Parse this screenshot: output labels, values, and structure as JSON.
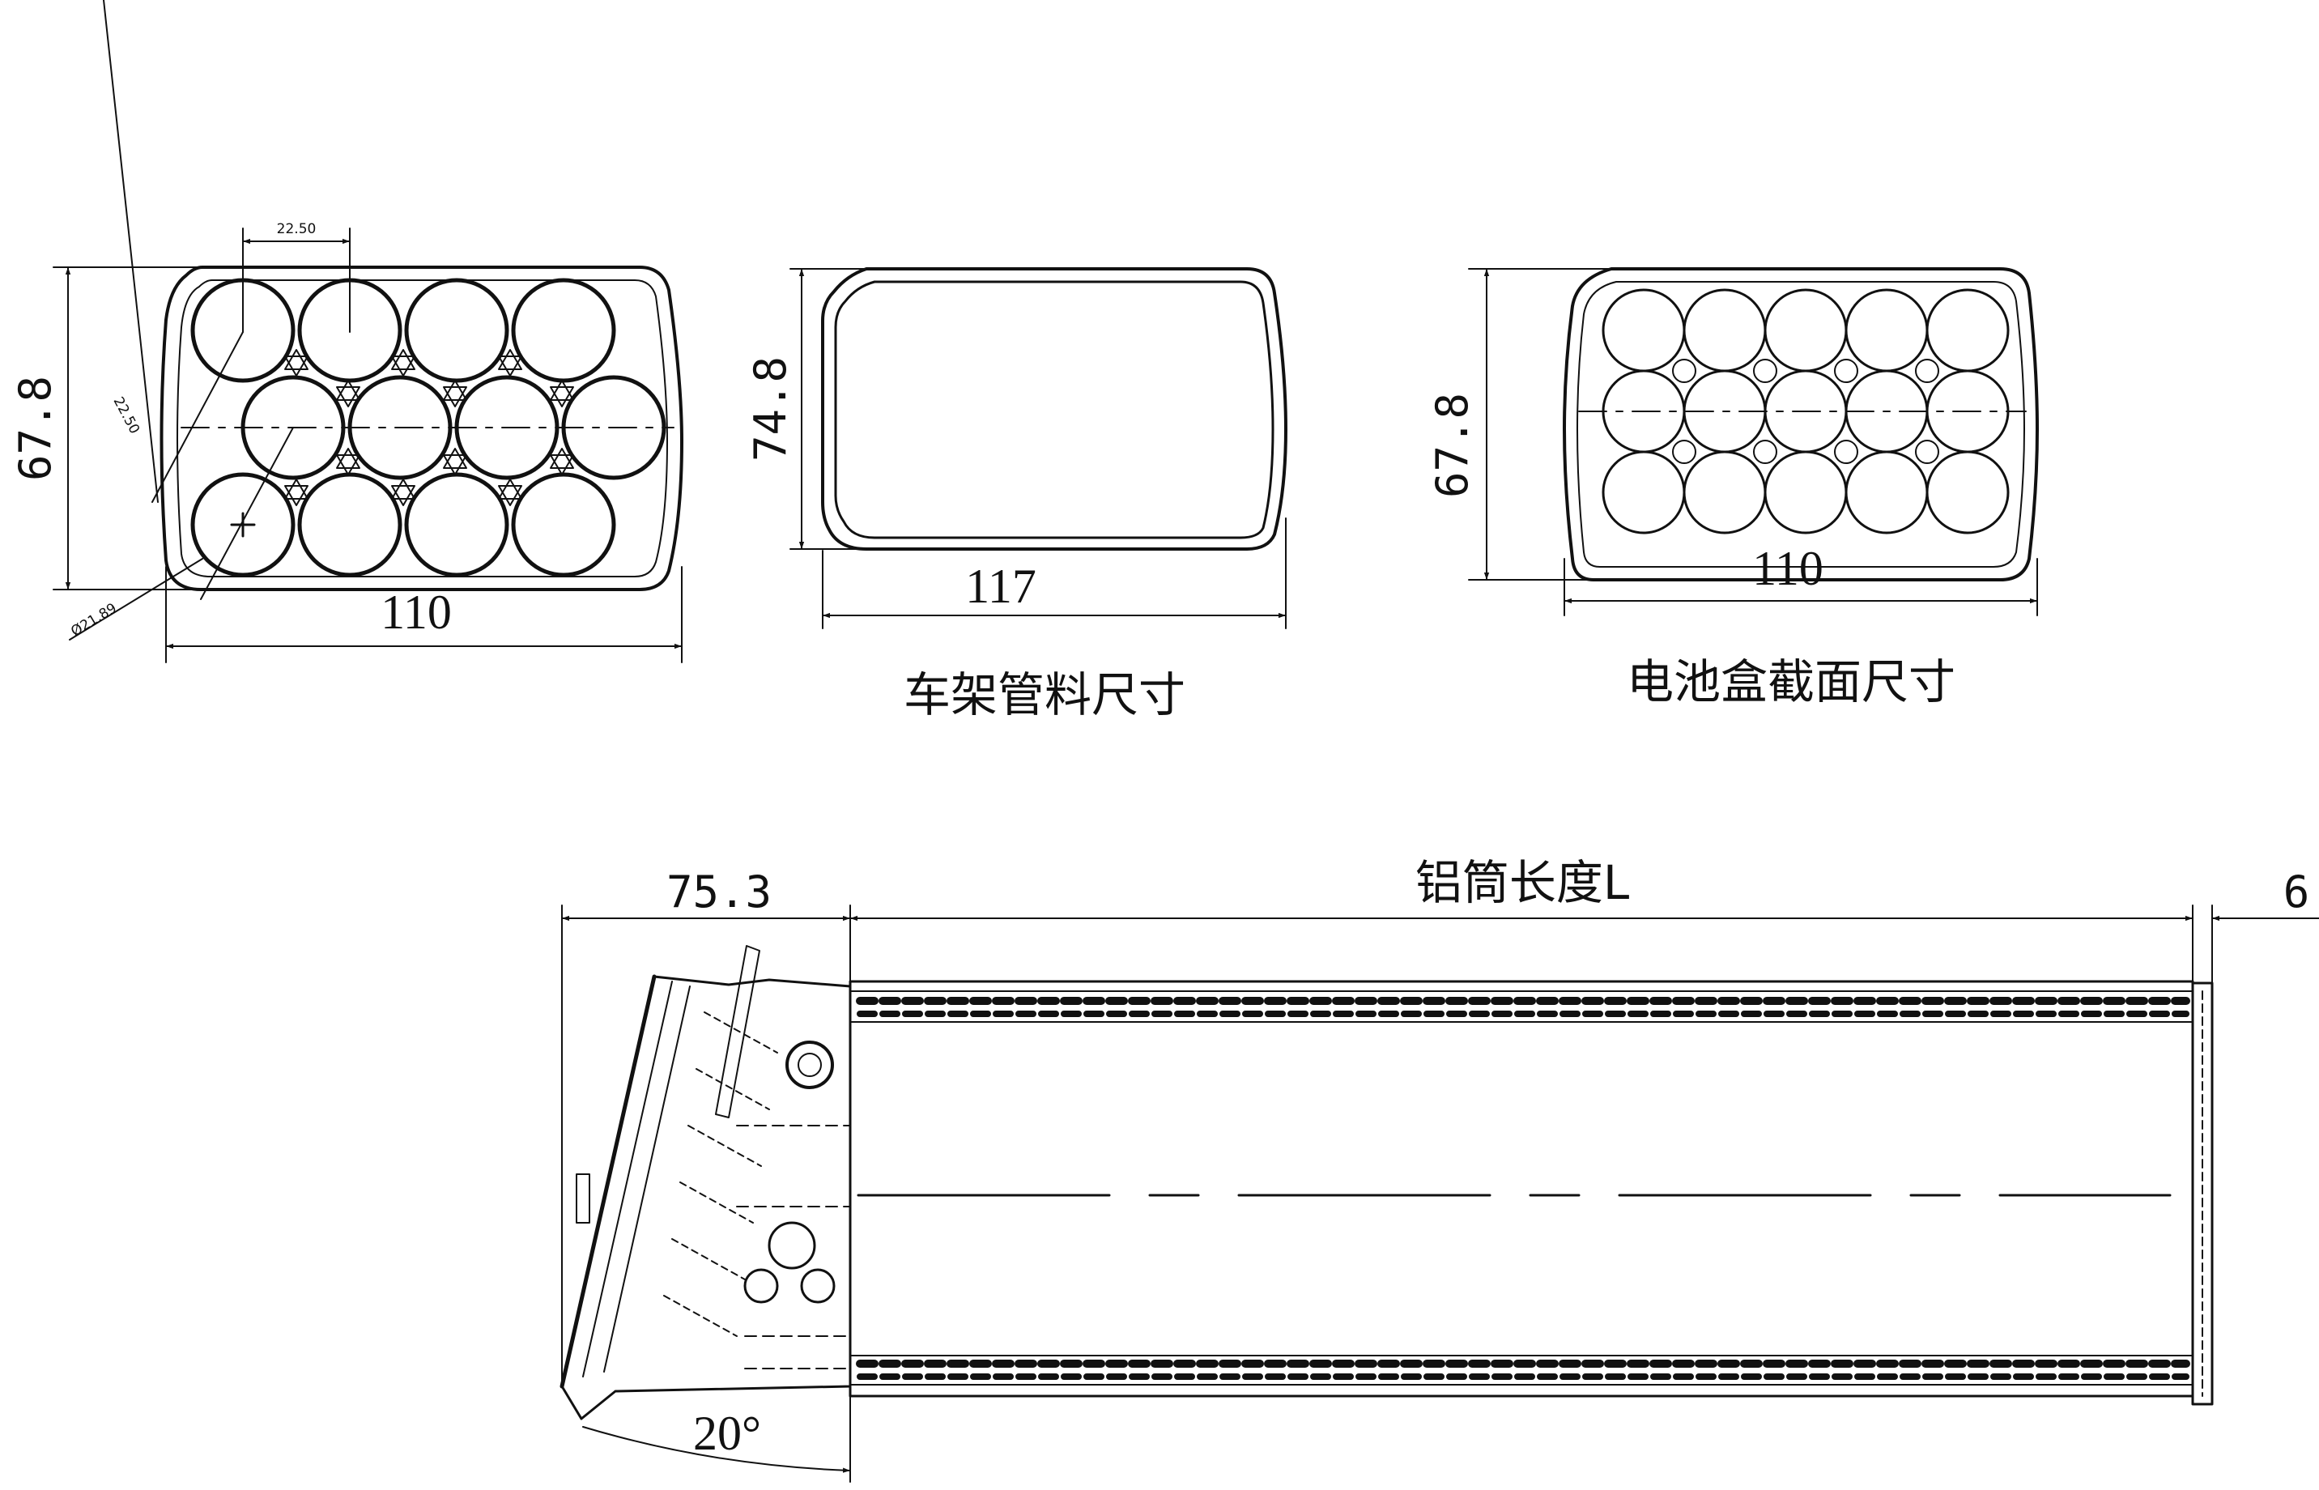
{
  "left_section": {
    "dim_pitch_top": "22.50",
    "dim_pitch_diag": "22.50",
    "dim_cell_dia": "Ø21.89",
    "dim_height": "67.8",
    "dim_width": "110"
  },
  "middle_section": {
    "dim_height": "74.8",
    "dim_width": "117",
    "caption": "车架管料尺寸"
  },
  "right_section": {
    "dim_height": "67.8",
    "dim_width": "110",
    "caption": "电池盒截面尺寸"
  },
  "bottom_section": {
    "dim_endcap": "75.3",
    "dim_tube_length": "铝筒长度L",
    "dim_end": "6",
    "dim_angle": "20°"
  },
  "colors": {
    "line": "#111111",
    "background": "#ffffff"
  }
}
